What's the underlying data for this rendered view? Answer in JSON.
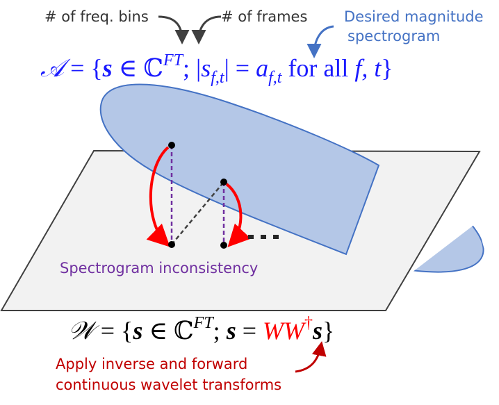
{
  "annotations": {
    "freq_bins": "# of freq. bins",
    "frames": "# of frames",
    "desired_magnitude_line1": "Desired magnitude",
    "desired_magnitude_line2": "spectrogram",
    "inconsistency": "Spectrogram inconsistency",
    "apply_line1": "Apply inverse and forward",
    "apply_line2": "continuous wavelet transforms",
    "ellipsis": "• • •"
  },
  "set_A": {
    "symbol": "𝒜",
    "eq": " = {",
    "s": "s",
    "in": " ∈ ℂ",
    "sup": "FT",
    "semi": "; |",
    "sub_s": "s",
    "sub_ft": "f,t",
    "bar_eq": "| = ",
    "a": "a",
    "a_sub": "f,t",
    "tail": " for all ",
    "ft": "f, t",
    "close": "}"
  },
  "set_W": {
    "symbol": "𝒲",
    "eq": " = {",
    "s": "s",
    "in": " ∈ ℂ",
    "sup": "FT",
    "semi": "; ",
    "s2": "s",
    "eq2": " = ",
    "ww": "WW",
    "dagger": "†",
    "s3": "s",
    "close": "}"
  },
  "colors": {
    "set_A": "#1a1aff",
    "set_W": "#000000",
    "desired_label": "#4472c4",
    "inconsistency_label": "#7030a0",
    "apply_label": "#c00000",
    "ww_operator": "#ff0000",
    "plane_fill": "#f2f2f2",
    "ellipse_fill": "#b4c7e7",
    "ellipse_stroke": "#4472c4",
    "red_arrows": "#ff0000",
    "purple_dashes": "#7030a0",
    "gray_arrows": "#404040"
  }
}
